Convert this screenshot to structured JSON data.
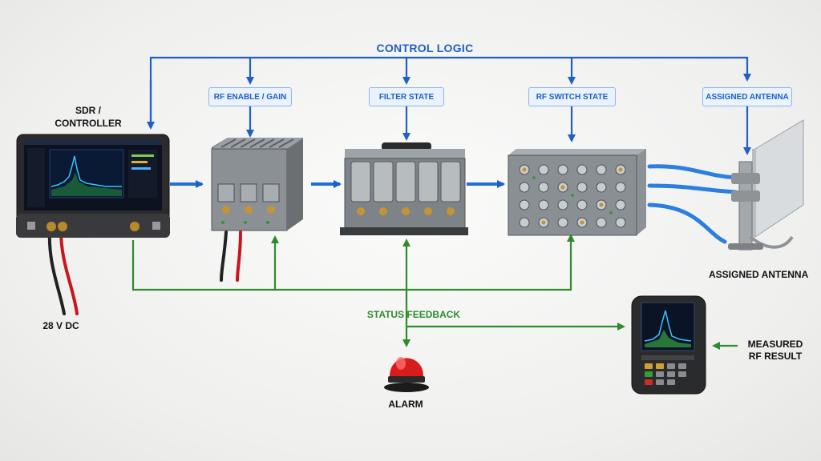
{
  "control": {
    "title": "CONTROL LOGIC",
    "color": "#1f5fc7"
  },
  "status": {
    "title": "STATUS FEEDBACK",
    "color": "#2e8b2e"
  },
  "boxes": {
    "rf_enable": "RF ENABLE / GAIN",
    "filter_state": "FILTER STATE",
    "rf_switch": "RF SWITCH STATE",
    "assigned_antenna": "ASSIGNED ANTENNA"
  },
  "labels": {
    "sdr_line1": "SDR /",
    "sdr_line2": "CONTROLLER",
    "power": "28 V DC",
    "antenna": "ASSIGNED ANTENNA",
    "alarm": "ALARM",
    "measured_line1": "MEASURED",
    "measured_line2": "RF RESULT"
  },
  "devices": {
    "sdr": "sdr-controller-icon",
    "amplifier": "rf-amplifier-module-icon",
    "filter": "filter-bank-module-icon",
    "switch": "rf-switch-matrix-icon",
    "antenna": "panel-antenna-icon",
    "alarm": "red-alarm-beacon-icon",
    "analyzer": "handheld-spectrum-analyzer-icon"
  }
}
